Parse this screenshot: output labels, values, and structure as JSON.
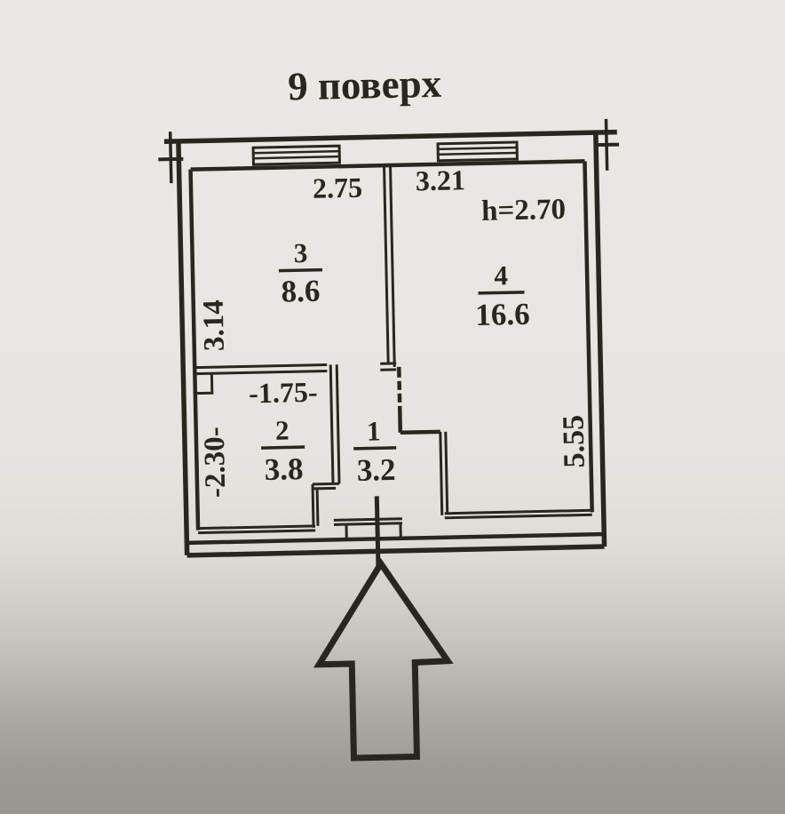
{
  "title": "9 поверх",
  "plan": {
    "dimensions": {
      "window_left_width": "2.75",
      "window_right_width": "3.21",
      "ceiling_height": "h=2.70",
      "room3_depth": "3.14",
      "room2_width": "-1.75-",
      "room2_depth": "-2.30-",
      "room4_depth": "5.55"
    },
    "rooms": [
      {
        "number": "3",
        "area": "8.6"
      },
      {
        "number": "4",
        "area": "16.6"
      },
      {
        "number": "2",
        "area": "3.8"
      },
      {
        "number": "1",
        "area": "3.2"
      }
    ]
  },
  "colors": {
    "ink": "#29261f",
    "paper_top": "#e9e7e3",
    "paper_bottom": "#97948d"
  }
}
